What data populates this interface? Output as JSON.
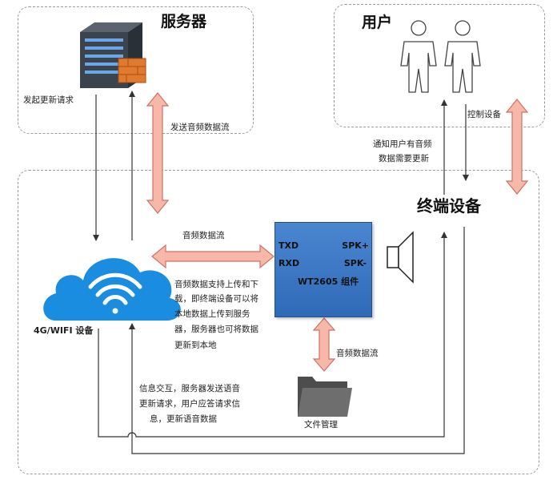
{
  "server": {
    "title": "服务器",
    "send_update_request": "发起更新请求",
    "send_audio_stream": "发送音频数据流"
  },
  "users": {
    "title": "用户",
    "control_device": "控制设备",
    "notify_lines": [
      "通知用户有音频",
      "数据需要更新"
    ]
  },
  "terminal": {
    "title": "终端设备"
  },
  "cloud": {
    "label": "4G/WIFI 设备"
  },
  "audio_stream_top": "音频数据流",
  "audio_stream_bottom": "音频数据流",
  "module": {
    "txd": "TXD",
    "rxd": "RXD",
    "spk_plus": "SPK+",
    "spk_minus": "SPK-",
    "name": "WT2605 组件"
  },
  "description_lines": [
    "音频数据支持上传和下",
    "载，即终端设备可以将",
    "本地数据上传到服务",
    "器，服务器也可将数据",
    "更新到本地"
  ],
  "info_lines": [
    "信息交互，服务器发送语音",
    "更新请求，用户应答请求信",
    "息，更新语音数据"
  ],
  "file_label": "文件管理",
  "colors": {
    "arrow_fill": "#f7b8a8",
    "arrow_stroke": "#c9746a",
    "cloud_blue": "#1a8de0",
    "module_blue": "#3a76c4"
  }
}
